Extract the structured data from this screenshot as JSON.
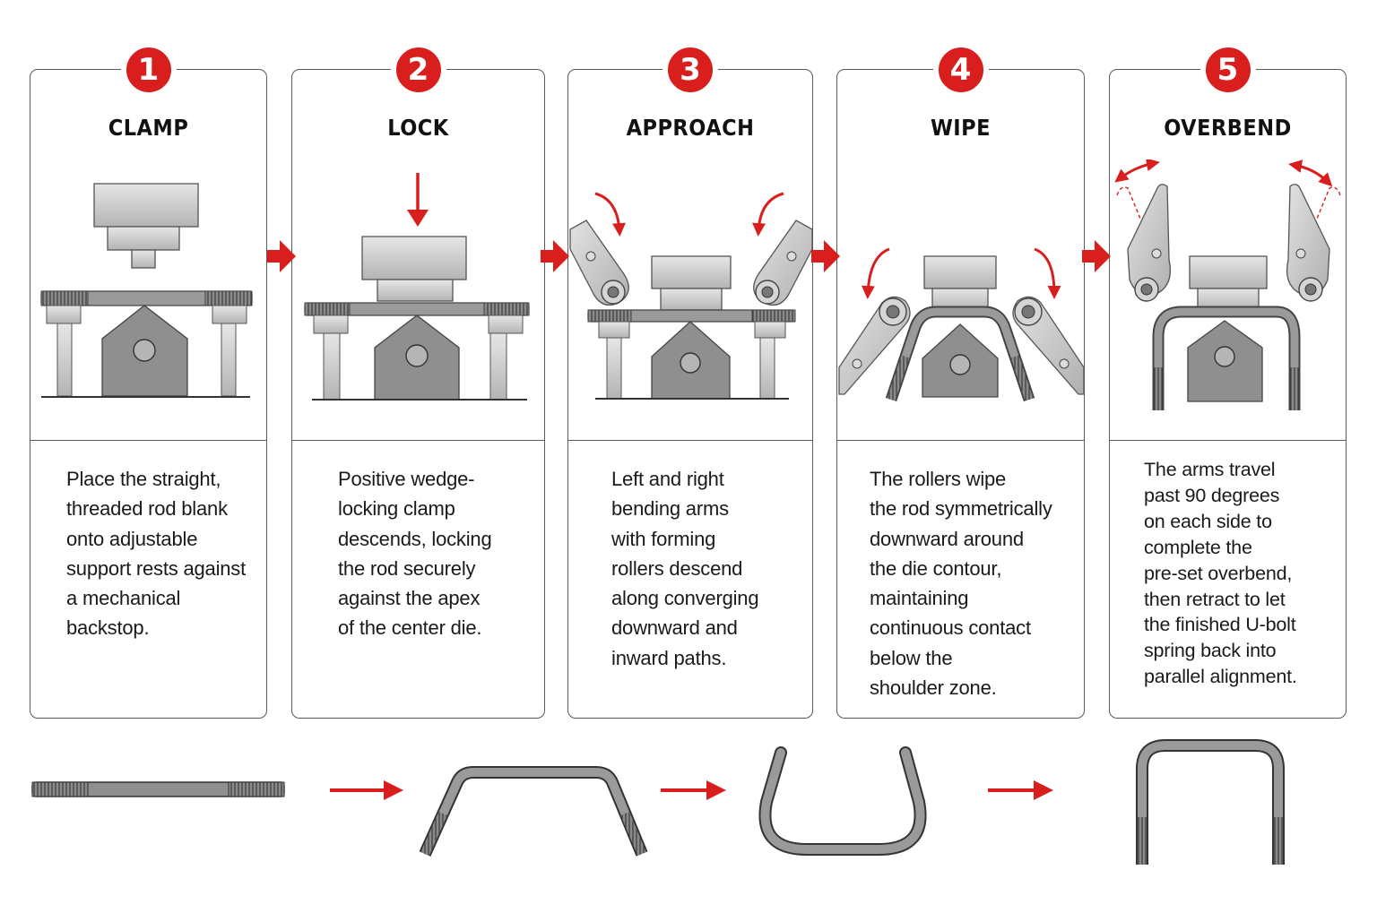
{
  "colors": {
    "accent": "#d91e1e",
    "border": "#5a5a5a",
    "part": "#9a9a9a"
  },
  "steps": [
    {
      "number": "1",
      "title": "CLAMP",
      "description": "Place the straight,\nthreaded rod blank\nonto adjustable\nsupport rests against\na mechanical\nbackstop."
    },
    {
      "number": "2",
      "title": "LOCK",
      "description": "Positive wedge-\nlocking clamp\ndescends, locking\nthe rod securely\nagainst the apex\nof the center die."
    },
    {
      "number": "3",
      "title": "APPROACH",
      "description": "Left and right\nbending arms\nwith forming\nrollers descend\nalong converging\ndownward and\ninward paths."
    },
    {
      "number": "4",
      "title": "WIPE",
      "description": "The rollers wipe\nthe rod symmetrically\ndownward around\nthe die contour,\nmaintaining\ncontinuous contact\nbelow the\nshoulder zone."
    },
    {
      "number": "5",
      "title": "OVERBEND",
      "description": "The arms travel\npast 90 degrees\non each side to\ncomplete the\npre-set overbend,\nthen retract to let\nthe finished U-bolt\nspring back into\nparallel alignment."
    }
  ],
  "shape_progression": [
    "straight-rod",
    "wide-bend",
    "u-overbend",
    "finished-u-bolt"
  ]
}
